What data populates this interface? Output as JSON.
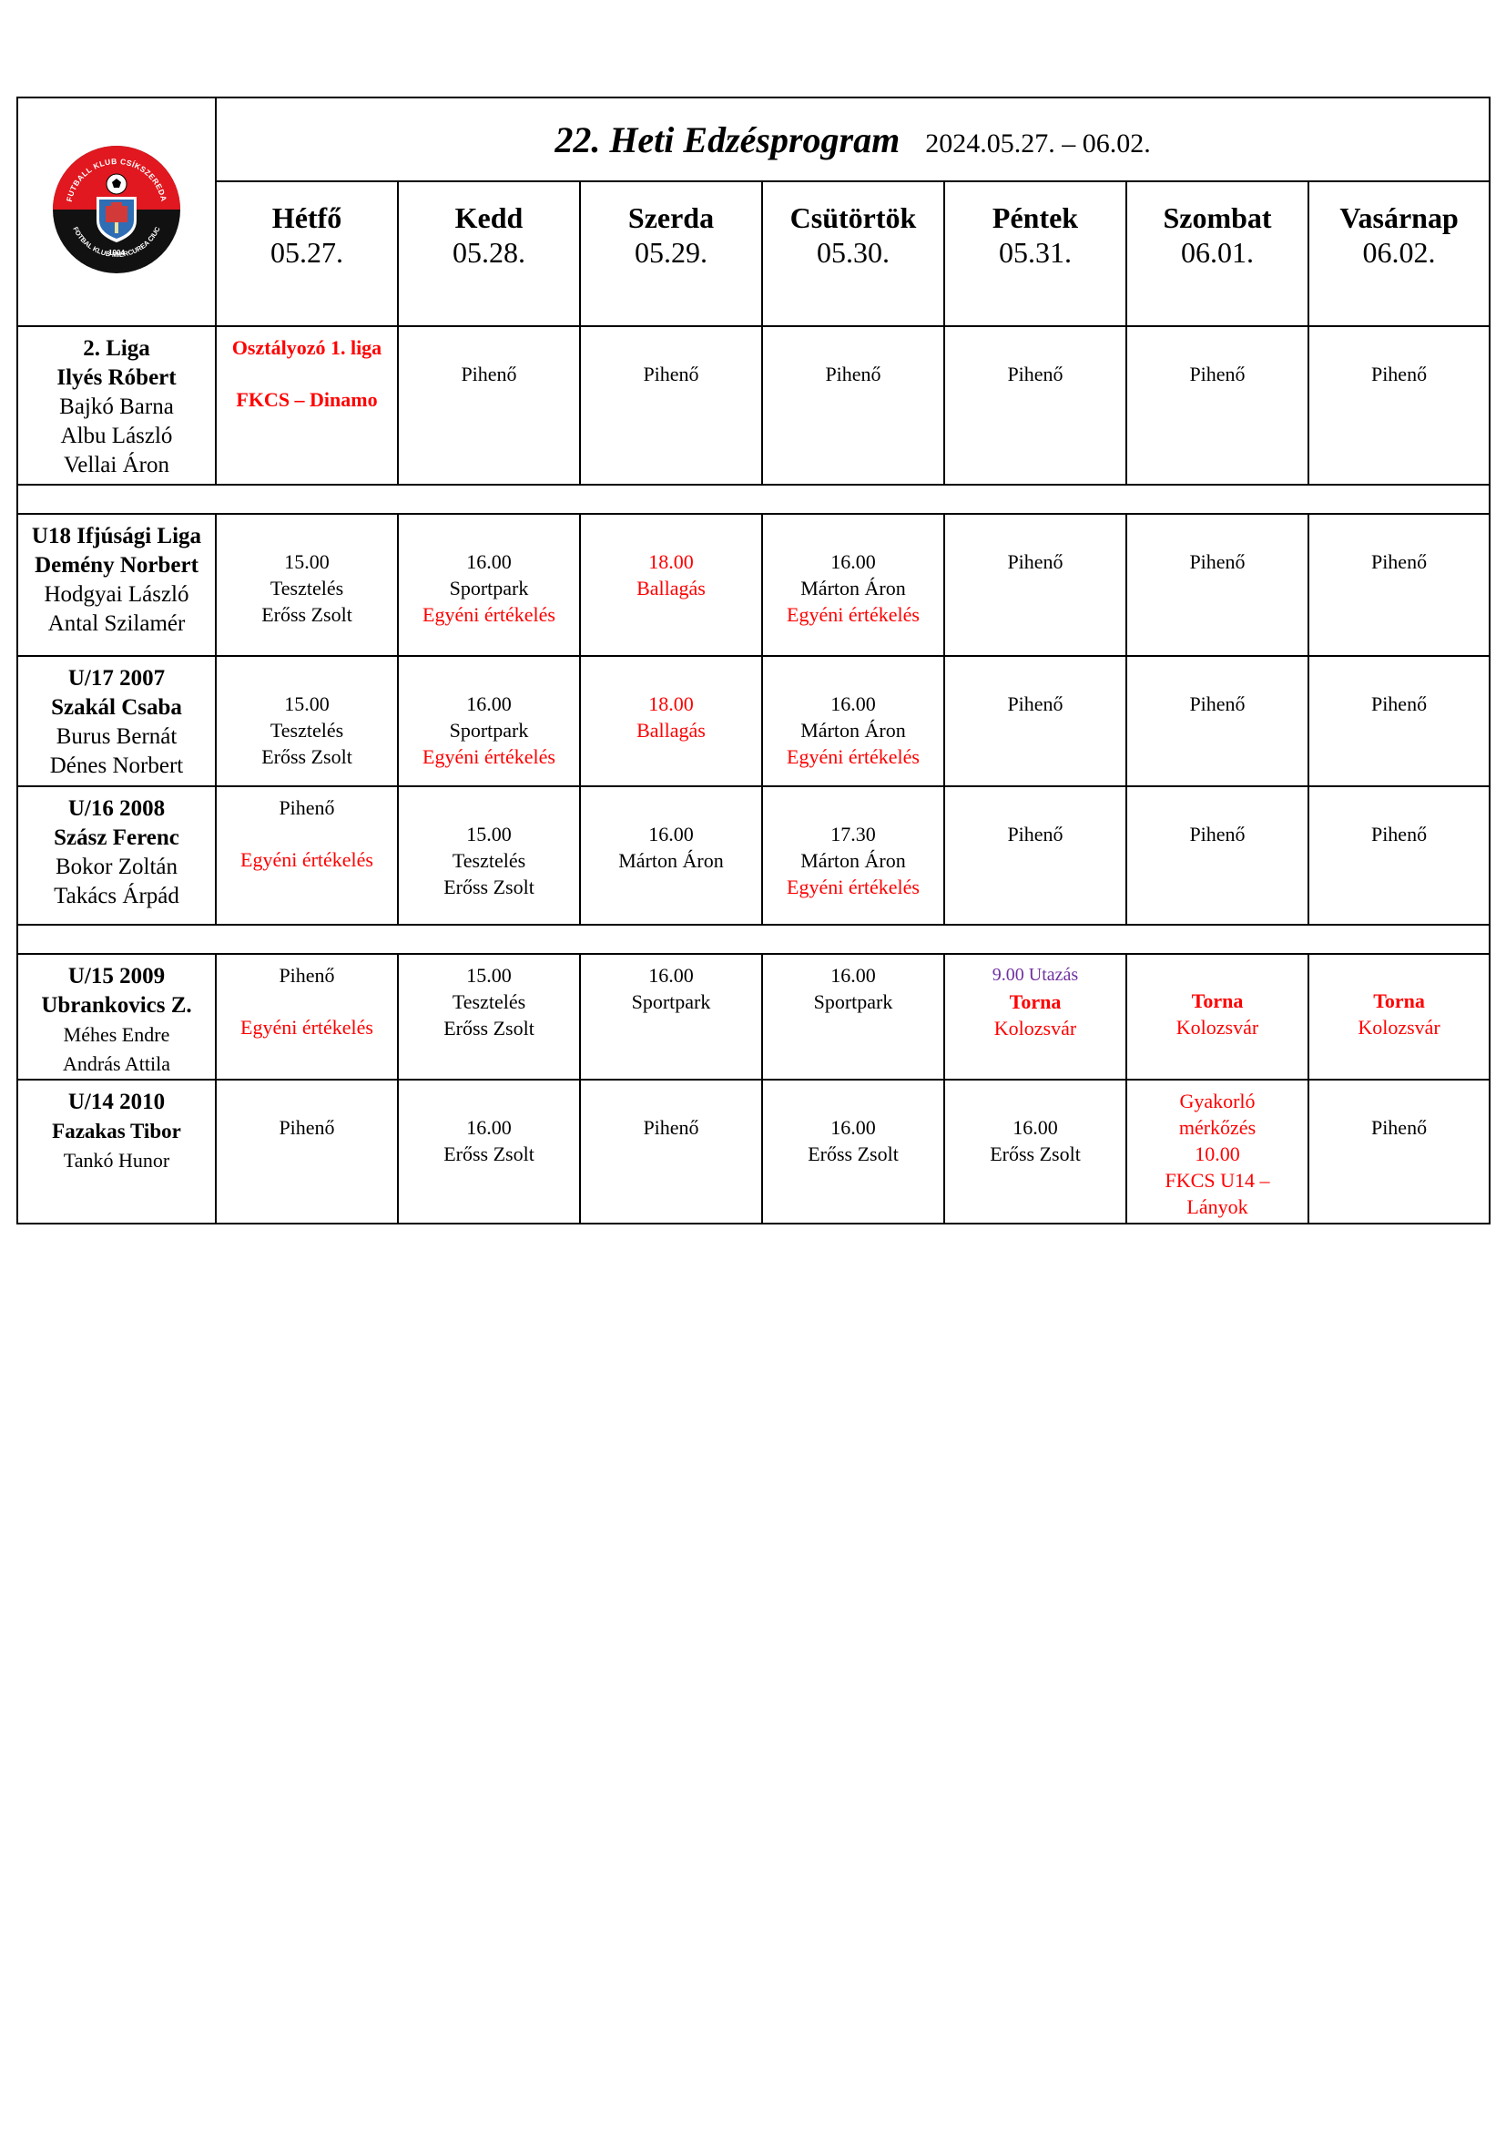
{
  "header": {
    "title": "22. Heti Edzésprogram",
    "date_range": "2024.05.27. – 06.02.",
    "logo": {
      "top_text": "FUTBALL KLUB CSÍKSZEREDA",
      "bottom_text": "FOTBAL KLUB MIERCUREA CIUC",
      "year": "1904",
      "colors": {
        "red": "#e1181f",
        "black": "#111111"
      }
    }
  },
  "days": [
    {
      "name": "Hétfő",
      "date": "05.27."
    },
    {
      "name": "Kedd",
      "date": "05.28."
    },
    {
      "name": "Szerda",
      "date": "05.29."
    },
    {
      "name": "Csütörtök",
      "date": "05.30."
    },
    {
      "name": "Péntek",
      "date": "05.31."
    },
    {
      "name": "Szombat",
      "date": "06.01."
    },
    {
      "name": "Vasárnap",
      "date": "06.02."
    }
  ],
  "teams": [
    {
      "lines": [
        "2. Liga",
        "Ilyés Róbert",
        "Bajkó Barna",
        "Albu László",
        "Vellai Áron"
      ],
      "cells": [
        [
          "Osztályozó 1. liga",
          "FKCS – Dinamo"
        ],
        [
          "Pihenő"
        ],
        [
          "Pihenő"
        ],
        [
          "Pihenő"
        ],
        [
          "Pihenő"
        ],
        [
          "Pihenő"
        ],
        [
          "Pihenő"
        ]
      ]
    },
    {
      "lines": [
        "U18 Ifjúsági Liga",
        "Demény Norbert",
        "Hodgyai László",
        "Antal Szilamér"
      ],
      "cells": [
        [
          "15.00",
          "Tesztelés",
          "Erőss Zsolt"
        ],
        [
          "16.00",
          "Sportpark",
          "Egyéni értékelés"
        ],
        [
          "18.00",
          "Ballagás"
        ],
        [
          "16.00",
          "Márton Áron",
          "Egyéni értékelés"
        ],
        [
          "Pihenő"
        ],
        [
          "Pihenő"
        ],
        [
          "Pihenő"
        ]
      ]
    },
    {
      "lines": [
        "U/17 2007",
        "Szakál Csaba",
        "Burus Bernát",
        "Dénes Norbert"
      ],
      "cells": [
        [
          "15.00",
          "Tesztelés",
          "Erőss Zsolt"
        ],
        [
          "16.00",
          "Sportpark",
          "Egyéni értékelés"
        ],
        [
          "18.00",
          "Ballagás"
        ],
        [
          "16.00",
          "Márton Áron",
          "Egyéni értékelés"
        ],
        [
          "Pihenő"
        ],
        [
          "Pihenő"
        ],
        [
          "Pihenő"
        ]
      ]
    },
    {
      "lines": [
        "U/16 2008",
        "Szász Ferenc",
        "Bokor Zoltán",
        "Takács Árpád"
      ],
      "cells": [
        [
          "Pihenő",
          "Egyéni értékelés"
        ],
        [
          "15.00",
          "Tesztelés",
          "Erőss Zsolt"
        ],
        [
          "16.00",
          "Márton Áron"
        ],
        [
          "17.30",
          "Márton Áron",
          "Egyéni értékelés"
        ],
        [
          "Pihenő"
        ],
        [
          "Pihenő"
        ],
        [
          "Pihenő"
        ]
      ]
    },
    {
      "lines": [
        "U/15 2009",
        "Ubrankovics Z.",
        "Méhes Endre",
        "András Attila"
      ],
      "cells": [
        [
          "Pihenő",
          "Egyéni értékelés"
        ],
        [
          "15.00",
          "Tesztelés",
          "Erőss Zsolt"
        ],
        [
          "16.00",
          "Sportpark"
        ],
        [
          "16.00",
          "Sportpark"
        ],
        [
          "9.00 Utazás",
          "Torna",
          "Kolozsvár"
        ],
        [
          "Torna",
          "Kolozsvár"
        ],
        [
          "Torna",
          "Kolozsvár"
        ]
      ]
    },
    {
      "lines": [
        "U/14 2010",
        "Fazakas Tibor",
        "Tankó Hunor"
      ],
      "cells": [
        [
          "Pihenő"
        ],
        [
          "16.00",
          "Erőss Zsolt"
        ],
        [
          "Pihenő"
        ],
        [
          "16.00",
          "Erőss Zsolt"
        ],
        [
          "16.00",
          "Erőss Zsolt"
        ],
        [
          "Gyakorló",
          "mérkőzés",
          "10.00",
          "FKCS U14 –",
          "Lányok"
        ],
        [
          "Pihenő"
        ]
      ]
    }
  ]
}
